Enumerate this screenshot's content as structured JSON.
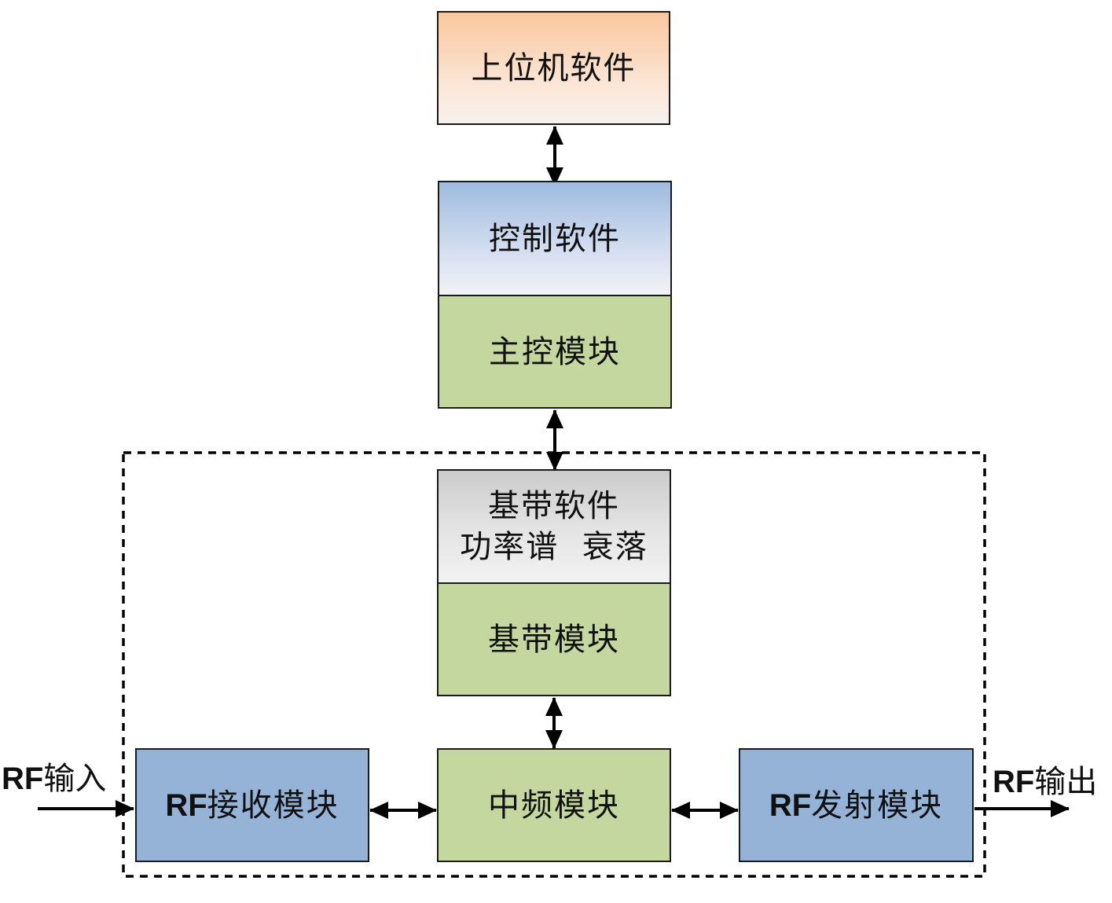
{
  "blocks": {
    "host_software": "上位机软件",
    "control_software": "控制软件",
    "main_control_module": "主控模块",
    "baseband_software": {
      "line1": "基带软件",
      "line2": "功率谱  衰落"
    },
    "baseband_module": "基带模块",
    "if_module": "中频模块",
    "rf_receive_module": {
      "prefix": "RF",
      "suffix": "接收模块"
    },
    "rf_transmit_module": {
      "prefix": "RF",
      "suffix": "发射模块"
    }
  },
  "io": {
    "rf_input": {
      "prefix": "RF",
      "suffix": "输入"
    },
    "rf_output": {
      "prefix": "RF",
      "suffix": "输出"
    }
  },
  "colors": {
    "green": "#c4d79f",
    "blue": "#95b3d7",
    "orange": "#f9c79e",
    "line": "#000000"
  }
}
